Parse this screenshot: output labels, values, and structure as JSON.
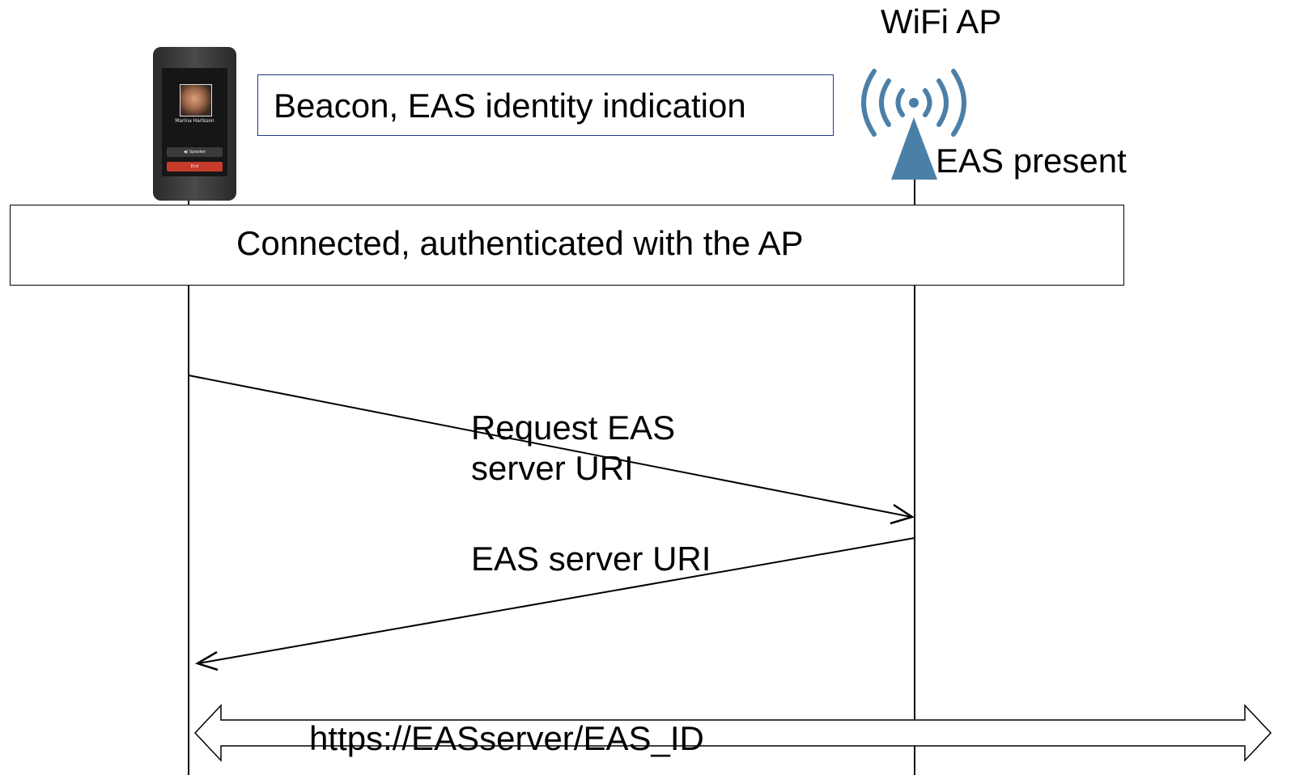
{
  "diagram": {
    "ap_title": "WiFi AP",
    "beacon_label": "Beacon, EAS identity indication",
    "eas_present": "EAS present",
    "connected_label": "Connected, authenticated with the AP",
    "request_label": "Request EAS\nserver URI",
    "response_label": "EAS server URI",
    "https_label": "https://EASserver/EAS_ID"
  },
  "phone": {
    "caller_name": "Marina Harlsson",
    "speaker_label": "◀) Speaker",
    "end_label": "End"
  },
  "colors": {
    "antenna": "#4a7fa8",
    "beacon_border": "#1f3a8a",
    "line": "#000000"
  },
  "icons": [
    "phone-icon",
    "wifi-antenna-icon"
  ]
}
